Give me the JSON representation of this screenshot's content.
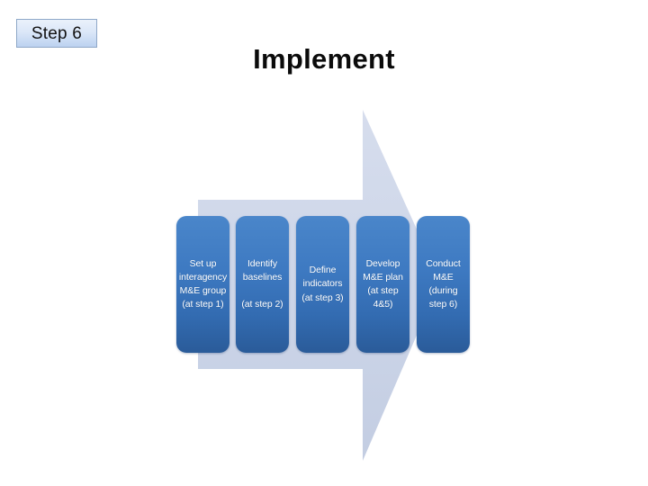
{
  "slide": {
    "step_badge": "Step 6",
    "title": "Implement",
    "background_color": "#ffffff"
  },
  "colors": {
    "badge_border": "#8fa8c8",
    "badge_fill_top": "#eaf1fb",
    "badge_fill_bottom": "#bcd2f0",
    "arrow_fill": "#ccd5e8",
    "box_fill_top": "#4a86ca",
    "box_fill_bottom": "#2a5b99",
    "box_text": "#ffffff",
    "title_text": "#0b0b0b"
  },
  "diagram": {
    "name": "implement-process-arrow",
    "shape": "right-pointing-arrow",
    "arrow_label": "process-arrow-shape",
    "steps": [
      {
        "id": "step-1",
        "name": "set-up-interagency-me-group",
        "label": "Set up\ninteragency\nM&E group\n(at step 1)"
      },
      {
        "id": "step-2",
        "name": "identify-baselines",
        "label": "Identify\nbaselines\n\n(at step 2)"
      },
      {
        "id": "step-3",
        "name": "define-indicators",
        "label": "Define\nindicators\n(at step 3)"
      },
      {
        "id": "step-4",
        "name": "develop-me-plan",
        "label": "Develop\nM&E plan\n(at step\n4&5)"
      },
      {
        "id": "step-5",
        "name": "conduct-me",
        "label": "Conduct\nM&E\n(during\nstep 6)"
      }
    ]
  }
}
